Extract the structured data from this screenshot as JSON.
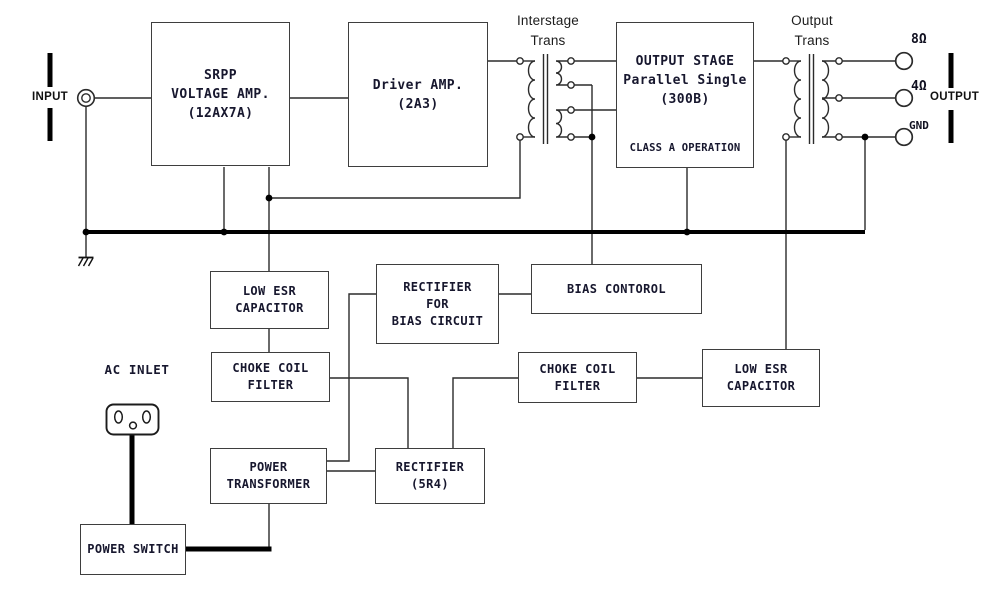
{
  "diagram": "300B single-ended tube amplifier block diagram",
  "colors": {
    "wire": "#2b2b2b",
    "bus": "#000000",
    "text": "#17172e",
    "background": "#ffffff"
  },
  "input": {
    "label": "INPUT"
  },
  "output": {
    "label": "OUTPUT",
    "taps": [
      {
        "label": "8Ω"
      },
      {
        "label": "4Ω"
      },
      {
        "label": "GND"
      }
    ]
  },
  "transformer_labels": {
    "interstage": {
      "line1": "Interstage",
      "line2": "Trans"
    },
    "output": {
      "line1": "Output",
      "line2": "Trans"
    }
  },
  "power": {
    "ac_inlet_label": "AC INLET"
  },
  "blocks": {
    "srpp": {
      "l1": "SRPP",
      "l2": "VOLTAGE AMP.",
      "l3": "(12AX7A)"
    },
    "driver": {
      "l1": "Driver AMP.",
      "l2": "(2A3)"
    },
    "output_stage": {
      "l1": "OUTPUT STAGE",
      "l2": "Parallel Single",
      "l3": "(300B)",
      "note": "CLASS A OPERATION"
    },
    "low_esr_left": {
      "l1": "LOW ESR",
      "l2": "CAPACITOR"
    },
    "choke_left": {
      "l1": "CHOKE COIL",
      "l2": "FILTER"
    },
    "rect_bias": {
      "l1": "RECTIFIER",
      "l2": "FOR",
      "l3": "BIAS CIRCUIT"
    },
    "bias_control": {
      "l1": "BIAS CONTOROL"
    },
    "choke_right": {
      "l1": "CHOKE COIL",
      "l2": "FILTER"
    },
    "low_esr_right": {
      "l1": "LOW ESR",
      "l2": "CAPACITOR"
    },
    "power_transformer": {
      "l1": "POWER",
      "l2": "TRANSFORMER"
    },
    "rect_5r4": {
      "l1": "RECTIFIER",
      "l2": "(5R4)"
    },
    "power_switch": {
      "l1": "POWER SWITCH"
    }
  }
}
